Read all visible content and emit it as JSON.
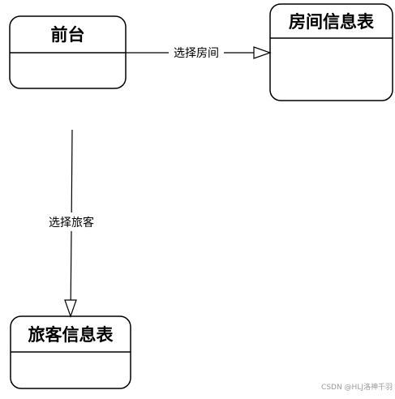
{
  "nodes": {
    "front_desk": {
      "title": "前台"
    },
    "room_info": {
      "title": "房间信息表"
    },
    "guest_info": {
      "title": "旅客信息表"
    }
  },
  "edges": {
    "select_room": {
      "label": "选择房间"
    },
    "select_guest": {
      "label": "选择旅客"
    }
  },
  "watermark": {
    "text": "CSDN @HLJ洛神千羽"
  },
  "colors": {
    "stroke": "#000000",
    "background": "#ffffff",
    "watermark": "#9a9a9a"
  }
}
